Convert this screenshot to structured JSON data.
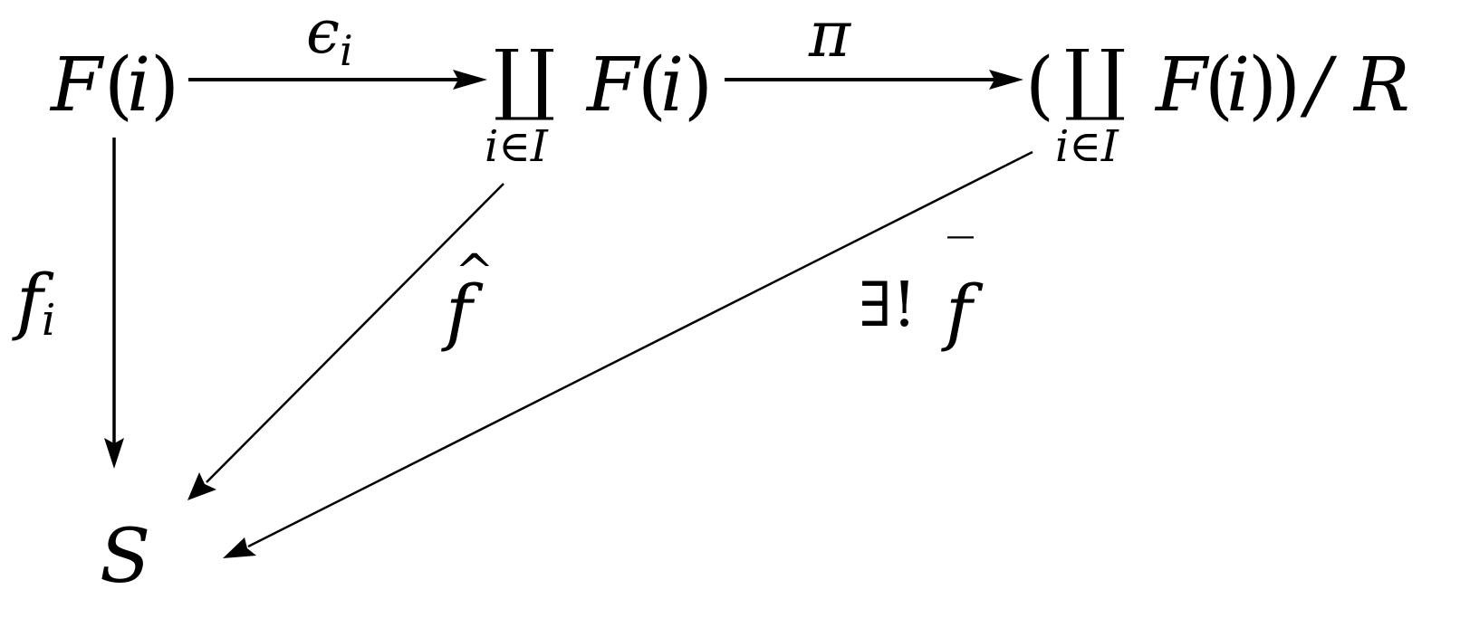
{
  "nodes": {
    "fi_source": {
      "F": "F",
      "lparen": "(",
      "arg": "i",
      "rparen": ")"
    },
    "coproduct": {
      "symbol": "∐",
      "subscript": "i∈I",
      "F": "F",
      "lparen": "(",
      "arg": "i",
      "rparen": ")"
    },
    "quotient": {
      "outer_lparen": "(",
      "symbol": "∐",
      "subscript": "i∈I",
      "F": "F",
      "lparen": "(",
      "arg": "i",
      "rparen": ")",
      "outer_rparen": ")",
      "slash": "/",
      "relation": "R"
    },
    "target": {
      "label": "S"
    }
  },
  "arrows": {
    "epsilon": {
      "base": "ϵ",
      "sub": "i"
    },
    "pi": {
      "label": "π"
    },
    "f_i": {
      "base": "f",
      "sub": "i"
    },
    "f_hat": {
      "base": "f",
      "accent": "^"
    },
    "f_bar": {
      "exists": "∃!",
      "base": "f",
      "accent": "‾"
    }
  }
}
